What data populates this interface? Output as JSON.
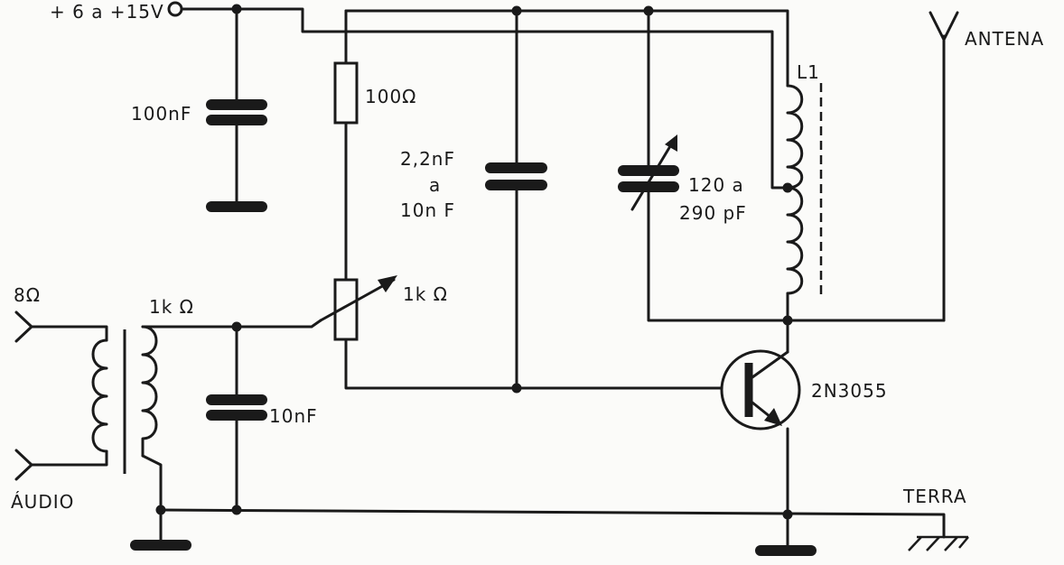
{
  "labels": {
    "supply": "+ 6 a +15V",
    "c_bypass": "100nF",
    "r_series": "100Ω",
    "c_fixed_line1": "2,2nF",
    "c_fixed_line2": "a",
    "c_fixed_line3": "10n F",
    "c_var_line1": "120 a",
    "c_var_line2": "290 pF",
    "coil": "L1",
    "antenna": "ANTENA",
    "pot": "1k Ω",
    "imp_8": "8Ω",
    "imp_1k": "1k Ω",
    "c_audio": "10nF",
    "transistor": "2N3055",
    "audio_in": "ÁUDIO",
    "ground": "TERRA"
  }
}
